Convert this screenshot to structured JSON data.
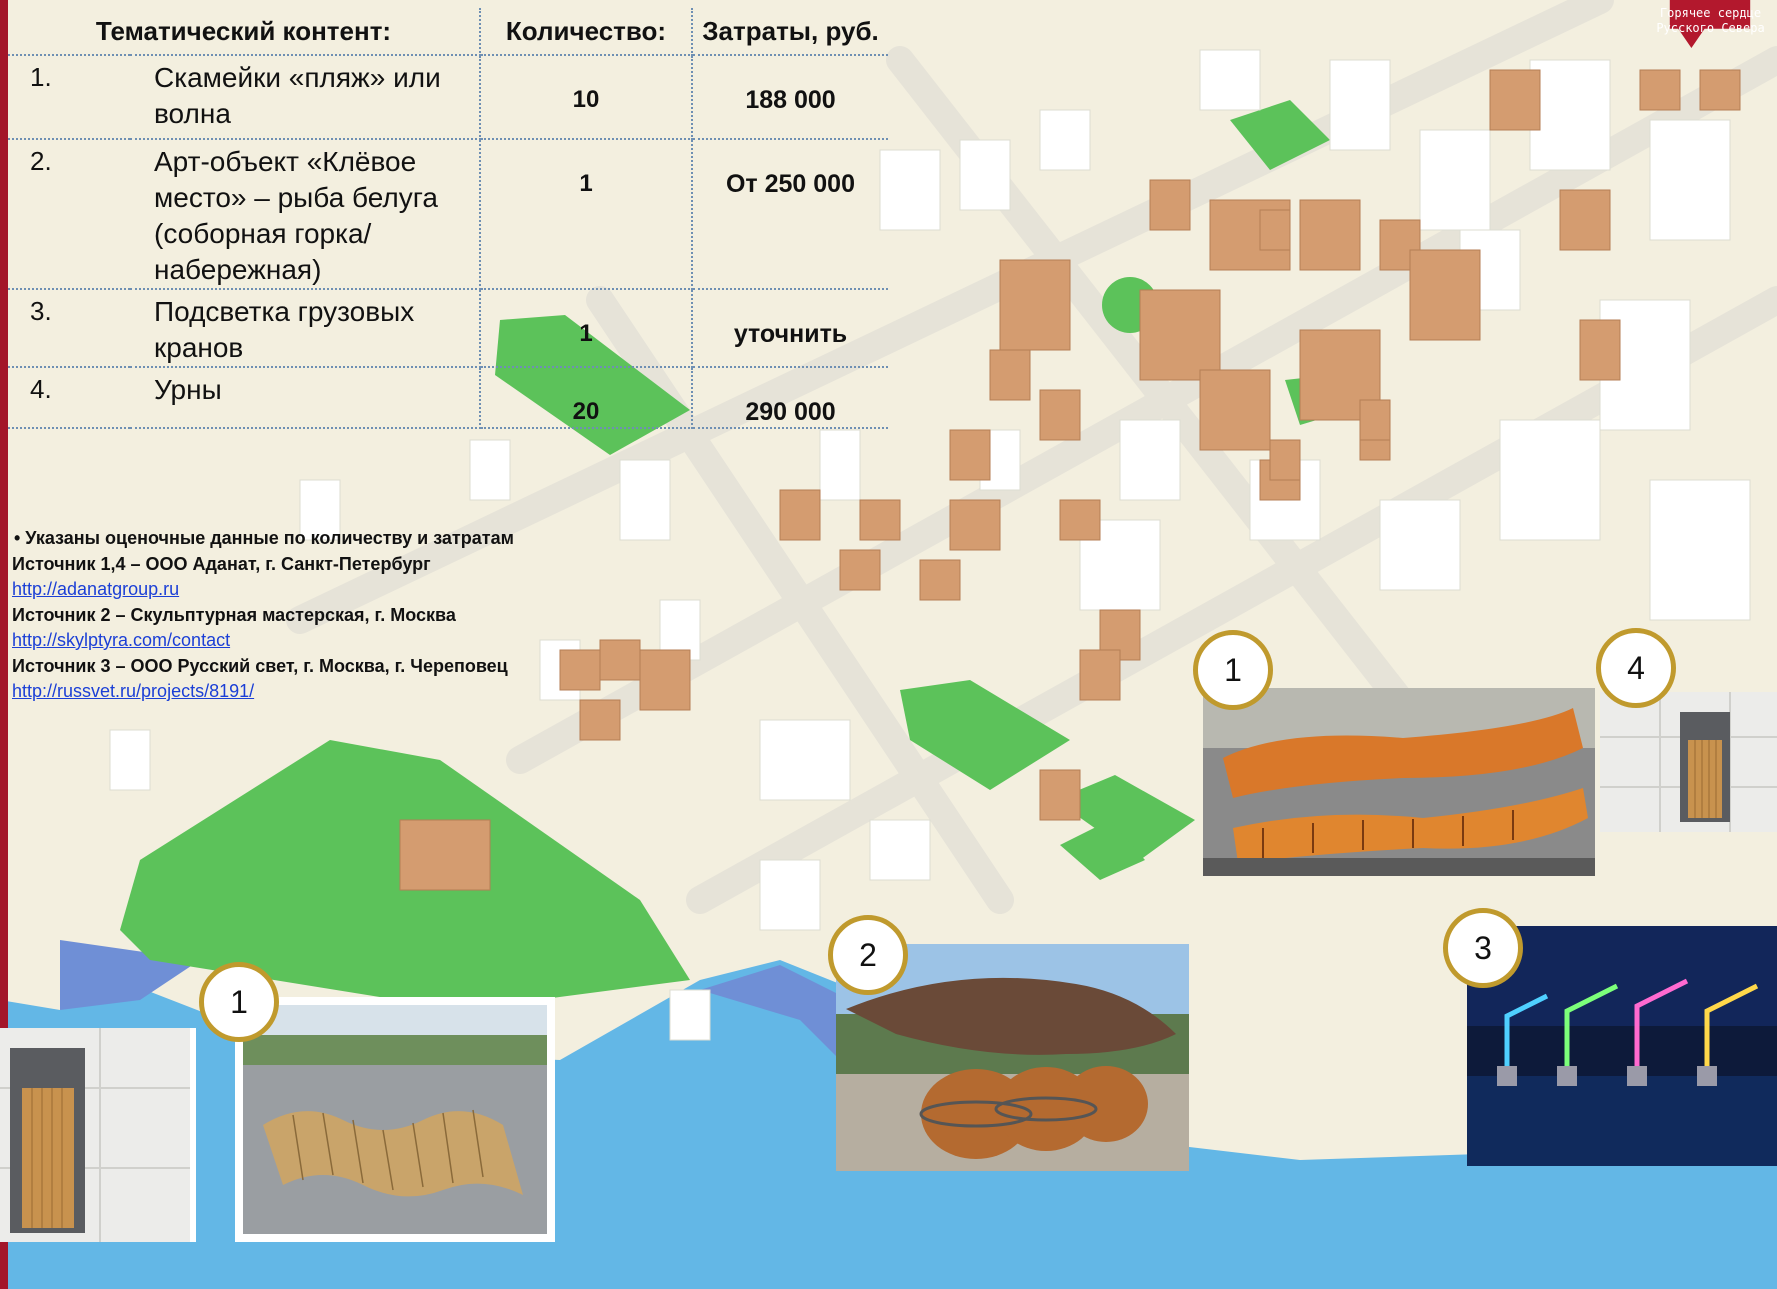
{
  "table": {
    "headers": {
      "content": "Тематический контент:",
      "quantity": "Количество:",
      "cost": "Затраты, руб."
    },
    "rows": [
      {
        "num": "1.",
        "name": "Скамейки «пляж» или волна",
        "qty": "10",
        "cost": "188 000"
      },
      {
        "num": "2.",
        "name": "Арт-объект «Клёвое место» – рыба белуга (соборная горка/набережная)",
        "qty": "1",
        "cost": "От 250 000"
      },
      {
        "num": "3.",
        "name": "Подсветка грузовых кранов",
        "qty": "1",
        "cost": "уточнить"
      },
      {
        "num": "4.",
        "name": "Урны",
        "qty": "20",
        "cost": "290 000"
      }
    ]
  },
  "notes": {
    "bullet": "•   Указаны оценочные данные по количеству и затратам",
    "source1": "Источник 1,4 – ООО Аданат, г. Санкт-Петербург",
    "link1": "http://adanatgroup.ru",
    "source2": "Источник 2 – Скульптурная мастерская, г. Москва",
    "link2": "http://skylptyra.com/contact",
    "source3": "Источник 3 – ООО Русский свет, г. Москва, г. Череповец",
    "link3": "http://russvet.ru/projects/8191/"
  },
  "brand": {
    "line1": "Горячее сердце",
    "line2": "Русского Севера"
  },
  "badges": {
    "bench_top": "1",
    "bin_top": "4",
    "bench_bottom": "1",
    "fish": "2",
    "cranes": "3"
  },
  "colors": {
    "brand_red": "#a3162a",
    "badge_ring": "#c09a2d",
    "park_green": "#5cc25a",
    "water": "#5ab0e0",
    "building_brown": "#d49c70",
    "link_blue": "#1b3fd6"
  },
  "icons": {
    "bench": "wave-bench-photo",
    "bin": "trash-bin-photo",
    "fish": "beluga-sculpture-photo",
    "cranes": "lit-cranes-photo"
  }
}
